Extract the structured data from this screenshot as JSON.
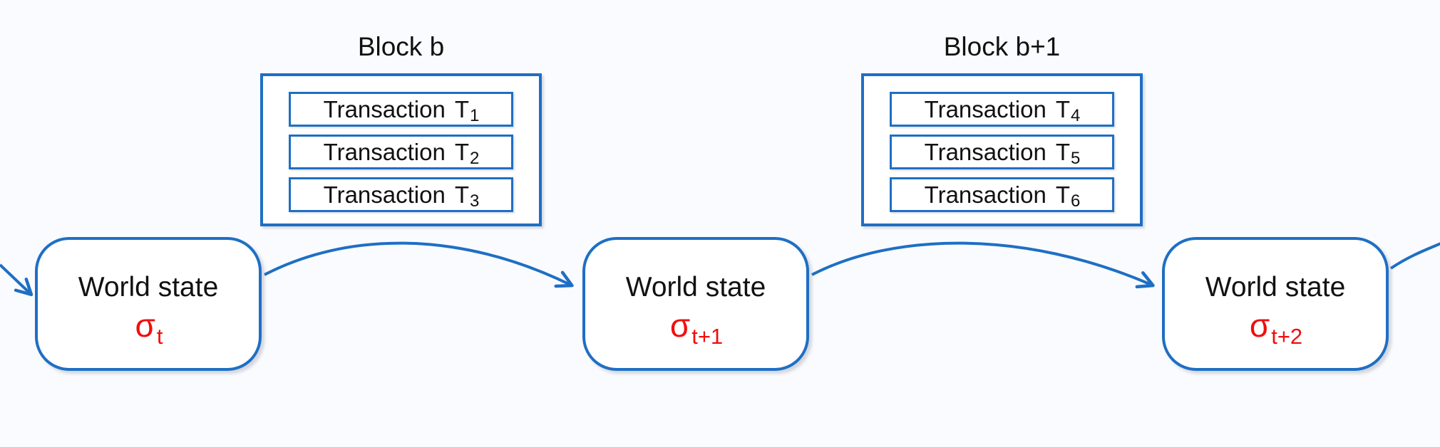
{
  "diagram": {
    "background": "#fafbfe",
    "accent_blue": "#1e6fc4",
    "sigma_red": "#f20d0d",
    "text_color": "#111111"
  },
  "blocks": [
    {
      "title": "Block b",
      "transactions": [
        {
          "word": "Transaction",
          "symbol": "T",
          "sub": "1"
        },
        {
          "word": "Transaction",
          "symbol": "T",
          "sub": "2"
        },
        {
          "word": "Transaction",
          "symbol": "T",
          "sub": "3"
        }
      ]
    },
    {
      "title": "Block b+1",
      "transactions": [
        {
          "word": "Transaction",
          "symbol": "T",
          "sub": "4"
        },
        {
          "word": "Transaction",
          "symbol": "T",
          "sub": "5"
        },
        {
          "word": "Transaction",
          "symbol": "T",
          "sub": "6"
        }
      ]
    }
  ],
  "world_states": [
    {
      "label": "World state",
      "sigma": "σ",
      "sub": "t"
    },
    {
      "label": "World state",
      "sigma": "σ",
      "sub": "t+1"
    },
    {
      "label": "World state",
      "sigma": "σ",
      "sub": "t+2"
    }
  ]
}
